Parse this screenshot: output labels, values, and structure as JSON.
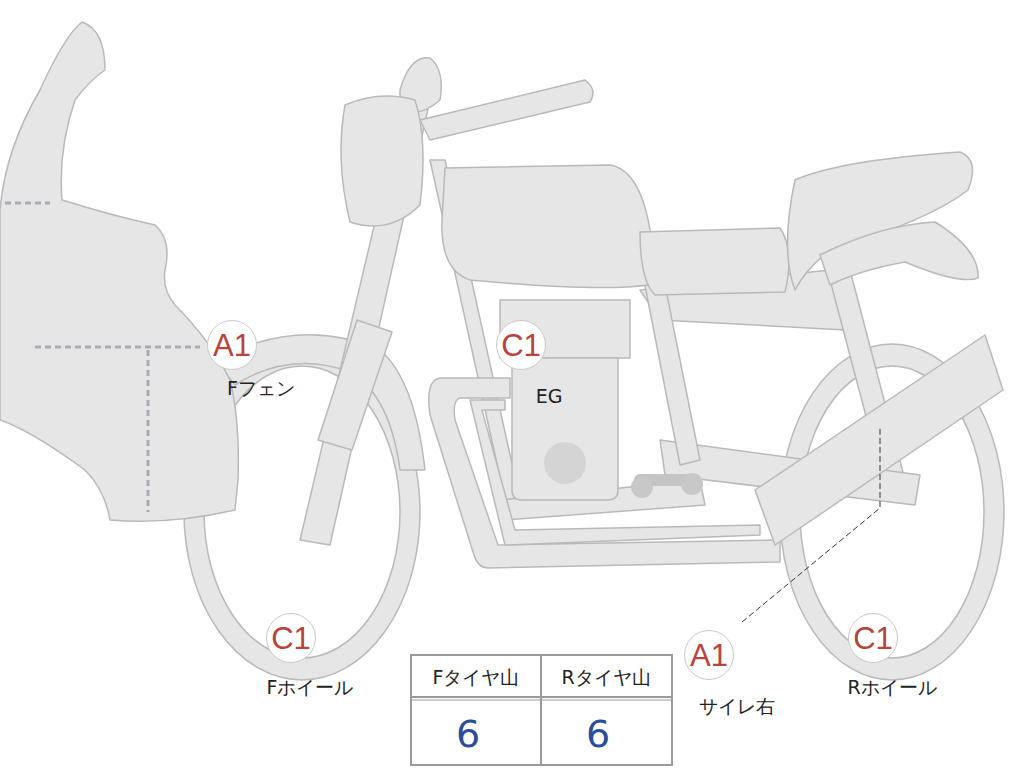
{
  "diagram": {
    "nodes": [
      {
        "text": [
          "A1",
          "Fフェン"
        ]
      },
      {
        "text": [
          "C1",
          "EG"
        ]
      },
      {
        "text": [
          "C1",
          "Fホイール"
        ]
      },
      {
        "text": [
          "A1",
          "サイレ右"
        ]
      },
      {
        "text": [
          "C1",
          "Rホイール"
        ]
      }
    ],
    "labels": [
      "Fタイヤ山",
      "Rタイヤ山",
      "6",
      "6"
    ]
  }
}
